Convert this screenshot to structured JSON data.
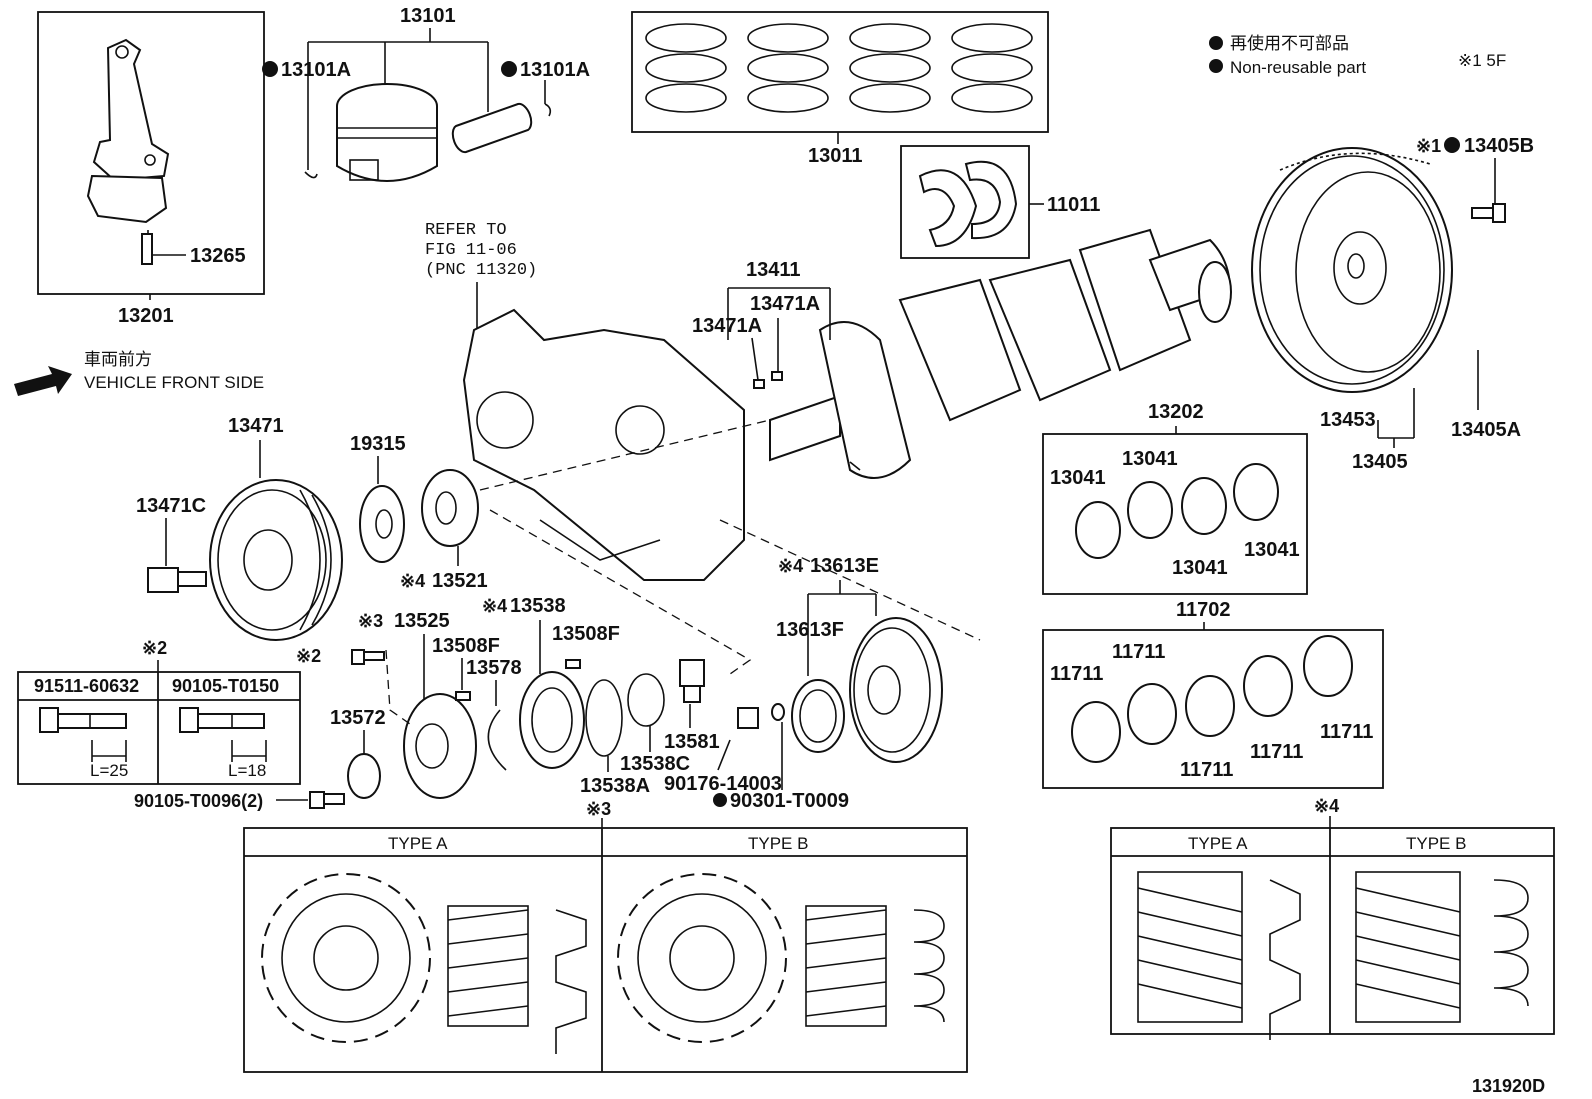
{
  "legend": {
    "jp": "再使用不可部品",
    "en": "Non-reusable part",
    "note": "※1 5F"
  },
  "front": {
    "jp": "車両前方",
    "en": "VEHICLE FRONT SIDE"
  },
  "refer": {
    "line1": "REFER TO",
    "line2": "FIG 11-06",
    "line3": "(PNC 11320)"
  },
  "parts": {
    "p13101": "13101",
    "p13101A_l": "13101A",
    "p13101A_r": "13101A",
    "p13265": "13265",
    "p13201": "13201",
    "p13011": "13011",
    "p11011": "11011",
    "p13405B": "13405B",
    "p13405B_mark": "※1",
    "p13411": "13411",
    "p13471A_a": "13471A",
    "p13471A_b": "13471A",
    "p13471": "13471",
    "p13471C": "13471C",
    "p19315": "19315",
    "p13521": "13521",
    "p13521_mark": "※4",
    "p13202": "13202",
    "p13453": "13453",
    "p13405": "13405",
    "p13405A": "13405A",
    "p13041_1": "13041",
    "p13041_2": "13041",
    "p13041_3": "13041",
    "p13041_4": "13041",
    "p11702": "11702",
    "p11711_1": "11711",
    "p11711_2": "11711",
    "p11711_3": "11711",
    "p11711_4": "11711",
    "p11711_5": "11711",
    "p13613E": "13613E",
    "p13613E_mark": "※4",
    "p13613F": "13613F",
    "p13525": "13525",
    "p13525_mark": "※3",
    "p13538": "13538",
    "p13538_mark": "※4",
    "p13508F_a": "13508F",
    "p13508F_b": "13508F",
    "p13578": "13578",
    "p13572": "13572",
    "p13581": "13581",
    "p13538C": "13538C",
    "p13538A": "13538A",
    "p90176": "90176-14003",
    "p90301": "90301-T0009",
    "p90105_T0096": "90105-T0096(2)",
    "mark2_small": "※2",
    "mark3_bottom": "※3",
    "mark4_bottom": "※4"
  },
  "bolt_table": {
    "mark": "※2",
    "col1": "91511-60632",
    "col2": "90105-T0150",
    "len1": "L=25",
    "len2": "L=18"
  },
  "type_left": {
    "a": "TYPE A",
    "b": "TYPE B"
  },
  "type_right": {
    "a": "TYPE A",
    "b": "TYPE B"
  },
  "fig_id": "131920D"
}
